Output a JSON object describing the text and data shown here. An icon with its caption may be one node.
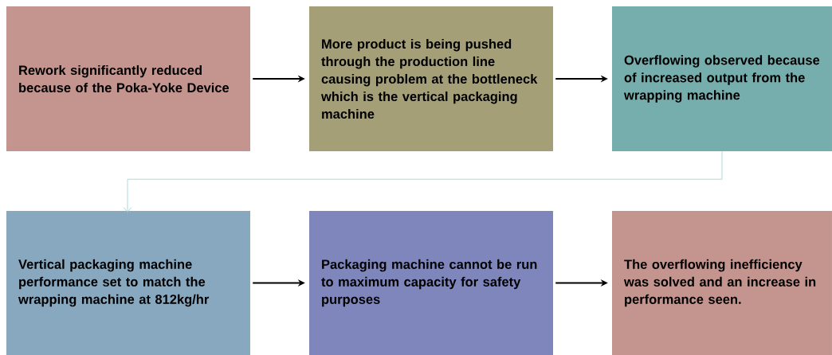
{
  "diagram": {
    "nodes": [
      {
        "text": [
          "Rework significantly reduced because of the Poka-Yoke Device"
        ]
      },
      {
        "text": [
          "More product is being pushed through the production line causing problem at the bottleneck which is the vertical packaging machine"
        ]
      },
      {
        "text": [
          "Overflowing observed because of increased output from the wrapping machine"
        ]
      },
      {
        "text": [
          "Vertical packaging machine performance set to match the wrapping machine at 812kg/hr"
        ]
      },
      {
        "text": [
          "Packaging machine cannot be run to maximum capacity for safety purposes"
        ]
      },
      {
        "text": [
          "The overflowing inefficiency was solved and an increase in performance seen."
        ]
      }
    ],
    "edges": [
      {
        "from": 0,
        "to": 1,
        "arrow": "to"
      },
      {
        "from": 1,
        "to": 2,
        "arrow": "to"
      },
      {
        "from": 2,
        "to": 3,
        "arrow": "to",
        "color": "#9ccfcf"
      },
      {
        "from": 3,
        "to": 4,
        "arrow": "to"
      },
      {
        "from": 4,
        "to": 5,
        "arrow": "to"
      }
    ]
  }
}
